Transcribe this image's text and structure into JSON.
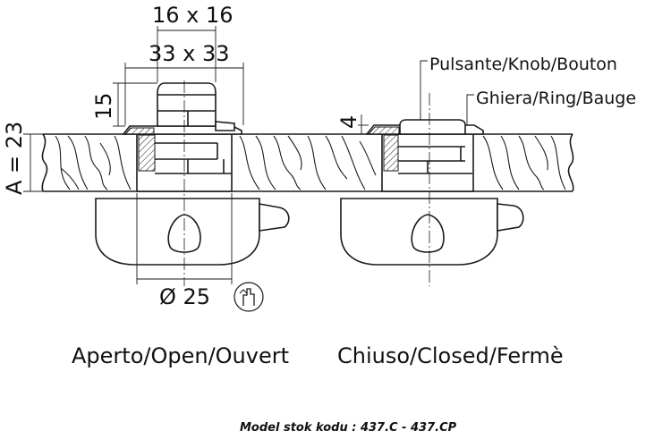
{
  "dimensions": {
    "knob_size": "16 x 16",
    "ring_size": "33 x 33",
    "knob_height": "15",
    "closed_height": "4",
    "thickness": "A = 23",
    "diameter": "Ø 25"
  },
  "callouts": {
    "knob": "Pulsante/Knob/Bouton",
    "ring": "Ghiera/Ring/Bauge"
  },
  "captions": {
    "open": "Aperto/Open/Ouvert",
    "closed": "Chiuso/Closed/Fermè"
  },
  "footer": {
    "model": "Model stok kodu : 437.C - 437.CP"
  },
  "icons": {
    "push": "push-hand-icon"
  }
}
